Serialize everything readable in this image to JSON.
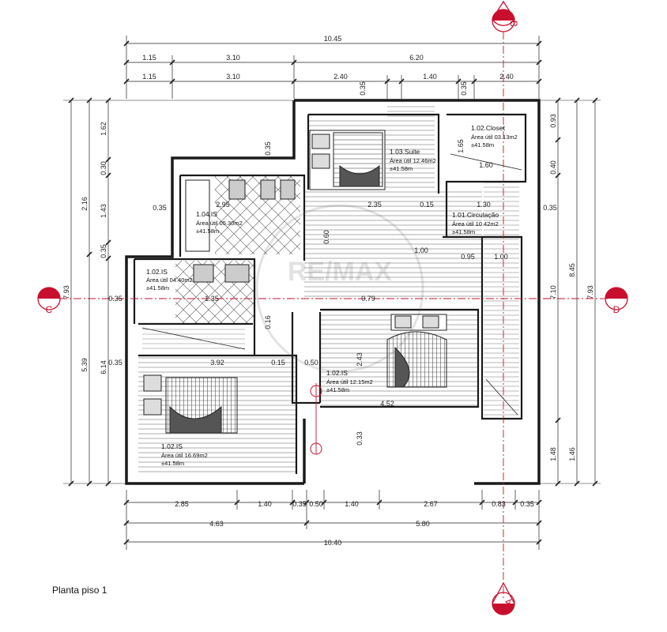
{
  "title": "Planta piso 1",
  "watermark": "RE/MAX",
  "colors": {
    "section": "#c8102e",
    "line": "#1a1a1a",
    "wall": "#2a2a2a"
  },
  "dims": {
    "top_total": "10.45",
    "top_row1": [
      "1.15",
      "3.10",
      "6.20"
    ],
    "top_row2": [
      "1.15",
      "3.10",
      "2.40",
      "0.35",
      "1.40",
      "0.35",
      "2.40"
    ],
    "bottom_row1": [
      "2.85",
      "1.40",
      "0.35",
      "0.50",
      "1.40",
      "2.67",
      "0.83",
      "0.35"
    ],
    "bottom_row2": [
      "4.63",
      "5.80"
    ],
    "bottom_total": "10.40",
    "left_outer": "7.93",
    "left_mid": [
      "2.16",
      "5.39"
    ],
    "left_inner": [
      "1.62",
      "0.30",
      "1.43",
      "0.35",
      "6.14"
    ],
    "right_outer": "7.93",
    "right_mid": "8.45",
    "right_inner": [
      "0.93",
      "0.40",
      "7.10",
      "1.48",
      "1.46"
    ],
    "interior": [
      "0.35",
      "0.35",
      "0.35",
      "2.95",
      "2.35",
      "0.15",
      "1.30",
      "1.60",
      "1.65",
      "1.00",
      "0.60",
      "0.95",
      "1.00",
      "0.79",
      "3.92",
      "0.15",
      "0.50",
      "4.52",
      "0.33",
      "0.35",
      "1.35",
      "2.43",
      "0.16"
    ]
  },
  "rooms": [
    {
      "id": "1.02.Closet",
      "area": "Área útil 03.13m2",
      "level": "±41.58m"
    },
    {
      "id": "1.03.Suite",
      "area": "Área útil 12.46m2",
      "level": "±41.58m"
    },
    {
      "id": "1.04.IS",
      "area": "Área útil 05.30m2",
      "level": "±41.58m"
    },
    {
      "id": "1.01.Circulação",
      "area": "Área útil 10.42m2",
      "level": "±41.58m"
    },
    {
      "id": "1.02.IS",
      "area": "Área útil 04.40m2",
      "level": "±41.58m"
    },
    {
      "id": "1.02.IS",
      "area": "Área útil 12.15m2",
      "level": "±41.58m"
    },
    {
      "id": "1.02.IS",
      "area": "Área útil 16.69m2",
      "level": "±41.58m"
    }
  ],
  "section_marks": [
    "A",
    "B",
    "C",
    "D"
  ]
}
